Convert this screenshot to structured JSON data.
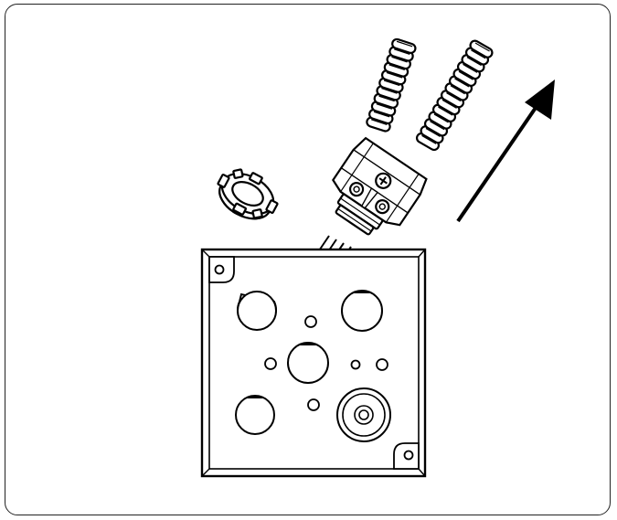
{
  "figure": {
    "parts": [
      {
        "id": "locknut",
        "icon": "locknut-icon"
      },
      {
        "id": "connector",
        "icon": "duplex-cable-connector-icon"
      },
      {
        "id": "flexible-conduit",
        "icon": "armored-cable-icon",
        "count": 2
      },
      {
        "id": "electrical-box",
        "icon": "square-junction-box-icon"
      },
      {
        "id": "direction-arrow",
        "icon": "arrow-up-right-icon"
      }
    ],
    "colors": {
      "stroke": "#000000",
      "fill": "#ffffff",
      "frame": "#222222"
    }
  }
}
